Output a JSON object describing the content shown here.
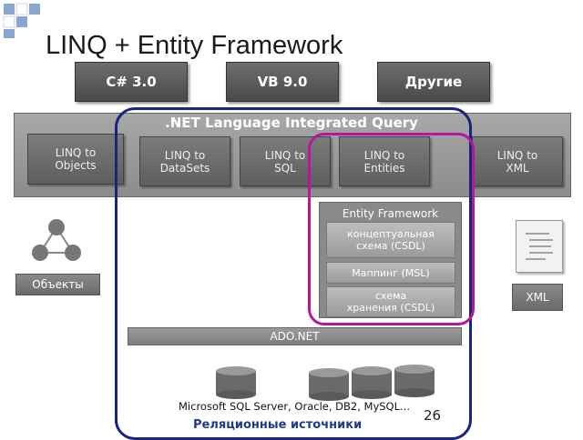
{
  "title": "LINQ + Entity Framework",
  "languages": [
    "C# 3.0",
    "VB 9.0",
    "Другие"
  ],
  "linq_band_title": ".NET Language Integrated Query",
  "providers": {
    "objects": "LINQ to\nObjects",
    "datasets": "LINQ to\nDataSets",
    "sql": "LINQ to\nSQL",
    "entities": "LINQ to\nEntities",
    "xml": "LINQ to\nXML"
  },
  "entity_framework": {
    "title": "Entity Framework",
    "conceptual": "концептуальная\nсхема (CSDL)",
    "mapping": "Маппинг (MSL)",
    "storage": "схема\nхранения (CSDL)"
  },
  "ado": "ADO.NET",
  "objects_label": "Объекты",
  "xml_label": "XML",
  "databases": "Microsoft SQL Server, Oracle, DB2, MySQL...",
  "relational_sources": "Реляционные источники",
  "page_number": "26",
  "colors": {
    "navy_outline": "#1a237e",
    "magenta_outline": "#b5179e",
    "square_blue": "#9ab4d6"
  },
  "icons": [
    "decorative-squares-icon",
    "object-graph-icon",
    "database-icon",
    "xml-document-icon"
  ]
}
